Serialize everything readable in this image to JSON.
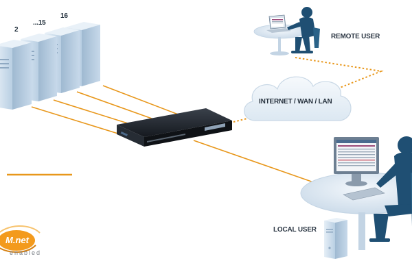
{
  "server_labels": [
    "2",
    "...15",
    "16"
  ],
  "network": {
    "label": "INTERNET / WAN / LAN"
  },
  "users": {
    "remote": "REMOTE USER",
    "local": "LOCAL USER"
  },
  "logo": {
    "wordmark": "M.net",
    "tagline": "enabled"
  },
  "icons": {
    "servers": "server-tower-icon",
    "switch": "kvm-switch-icon",
    "cloud": "cloud-icon",
    "remote_user": "person-at-laptop-icon",
    "local_user": "person-at-monitor-icon",
    "local_server": "server-tower-icon"
  },
  "colors": {
    "cable": "#e8971b",
    "server_body": "#cfe0ef",
    "user_blue": "#1f4f73",
    "desk": "#dfe9f3",
    "cloud": "#e9f1f8",
    "switch_body": "#1b1f26",
    "logo_orange": "#f39a1c"
  }
}
